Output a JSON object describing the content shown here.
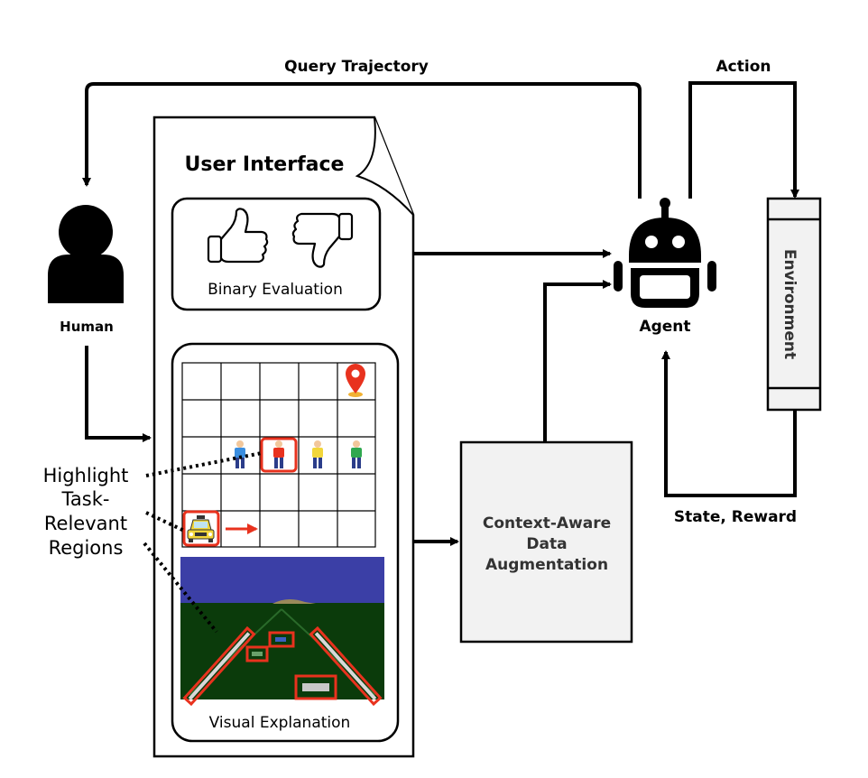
{
  "labels": {
    "query_trajectory": "Query Trajectory",
    "action": "Action",
    "user_interface": "User Interface",
    "binary_evaluation": "Binary Evaluation",
    "visual_explanation": "Visual Explanation",
    "human": "Human",
    "agent": "Agent",
    "environment": "Environment",
    "state_reward": "State, Reward",
    "highlight_lines": [
      "Highlight",
      "Task-",
      "Relevant",
      "Regions"
    ],
    "augmentation_lines": [
      "Context-Aware",
      "Data",
      "Augmentation"
    ]
  },
  "icons": {
    "human": "person-icon",
    "agent": "robot-icon",
    "thumbs_up": "thumbs-up-icon",
    "thumbs_down": "thumbs-down-icon",
    "goal": "map-pin-icon",
    "taxi": "taxi-icon"
  },
  "colors": {
    "highlight": "#e8321e",
    "sky": "#3b3fa6",
    "ground": "#0b3b0b",
    "augmentation_fill": "#f2f2f2",
    "environment_fill": "#f2f2f2"
  }
}
